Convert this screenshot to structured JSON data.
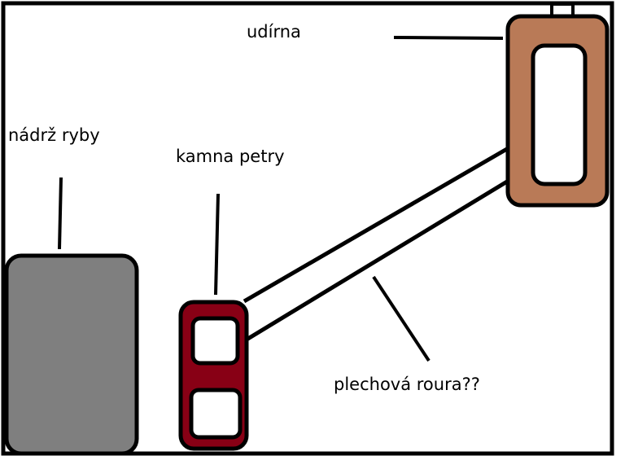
{
  "labels": {
    "smokehouse": "udírna",
    "fish_tank": "nádrž ryby",
    "stove": "kamna petry",
    "pipe": "plechová roura??"
  },
  "colors": {
    "tank": "#7f7f7f",
    "stove": "#880015",
    "smokehouse": "#b97a57",
    "outline": "#000000",
    "background": "#ffffff"
  }
}
